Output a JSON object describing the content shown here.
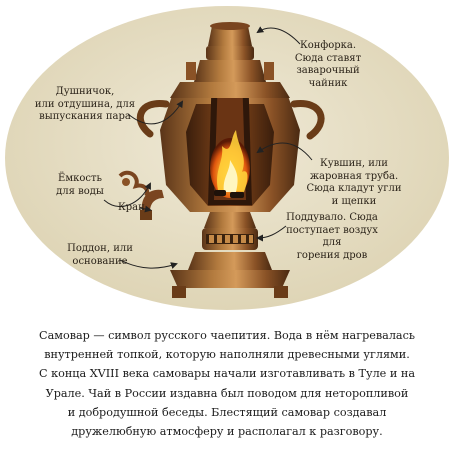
{
  "diagram": {
    "labels": {
      "burner": "Конфорка.\nСюда ставят\nзаварочный\nчайник",
      "vent": "Душничок,\nили отдушина, для\nвыпускания пара",
      "chimney": "Кувшин, или\nжаровная труба.\nСюда кладут угли\nи щепки",
      "water_tank": "Ёмкость\nдля воды",
      "tap": "Кран",
      "blower": "Поддувало. Сюда\nпоступает воздух для\nгорения дров",
      "base": "Поддон, или\nоснование"
    },
    "colors": {
      "background_oval": "#e4dcc2",
      "copper": "#a0622e",
      "fire": "#f08a1c",
      "arrow": "#222222"
    }
  },
  "caption": {
    "text": "Самовар — символ русского чаепития. Вода в нём нагревалась\nвнутренней топкой, которую наполняли древесными углями.\nС конца XVIII века самовары начали изготавливать в Туле и на\nУрале. Чай в России издавна был поводом для неторопливой\nи добродушной беседы. Блестящий самовар создавал\nдружелюбную атмосферу и располагал к разговору."
  }
}
